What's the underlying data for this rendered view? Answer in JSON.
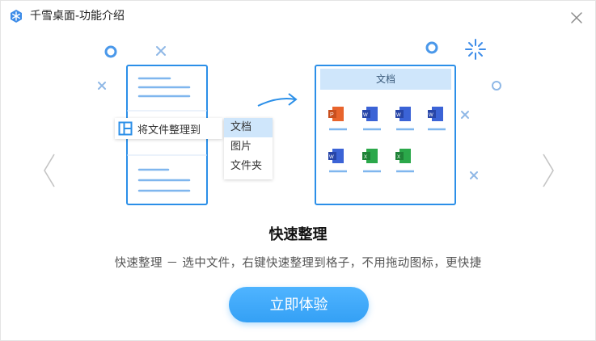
{
  "window": {
    "title": "千雪桌面-功能介绍",
    "app_icon": "snowflake-icon",
    "close_icon": "close-icon"
  },
  "illustration": {
    "context_menu": {
      "source_label": "将文件整理到",
      "submenu": [
        "文档",
        "图片",
        "文件夹"
      ],
      "selected": "文档"
    },
    "target_box_title": "文档",
    "colors": {
      "accent": "#2b8fe8",
      "light_blue": "#cfe6fb",
      "word": "#3b63d6",
      "ppt": "#e8642c",
      "excel": "#2ba84a"
    }
  },
  "main": {
    "heading": "快速整理",
    "description": "快速整理 － 选中文件，右键快速整理到格子，不用拖动图标，更快捷",
    "cta_label": "立即体验"
  },
  "nav": {
    "prev_icon": "chevron-left-icon",
    "next_icon": "chevron-right-icon"
  }
}
